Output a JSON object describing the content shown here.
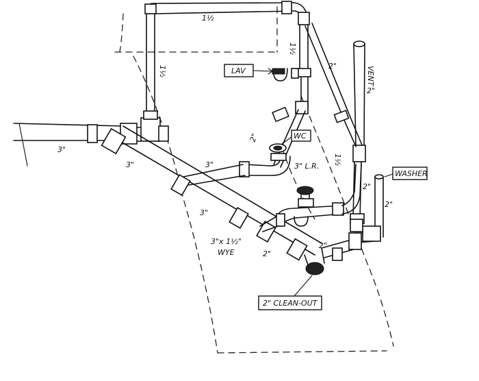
{
  "labels": {
    "pipe_top": "1½",
    "riser_left": "1½",
    "riser_right": "1½",
    "lav_drop": "2\"",
    "vent": "VENT",
    "vent_size": "2\"",
    "main_left": "3\"",
    "main_diag": "3\"",
    "branch_3": "3\"",
    "main_lower": "3\"",
    "wc_arm": "2\"",
    "wc_ell": "3\" L.R.",
    "vent_lower": "1½",
    "washer_left": "2\"",
    "washer_right": "2\"",
    "wye": "3\"x 1½\"",
    "wye2": "WYE",
    "cleanout_arm": "2\"",
    "bottom_arm": "2\""
  },
  "callouts": {
    "lav": "LAV",
    "wc": "WC",
    "washer": "WASHER",
    "cleanout": "2\" CLEAN-OUT"
  }
}
